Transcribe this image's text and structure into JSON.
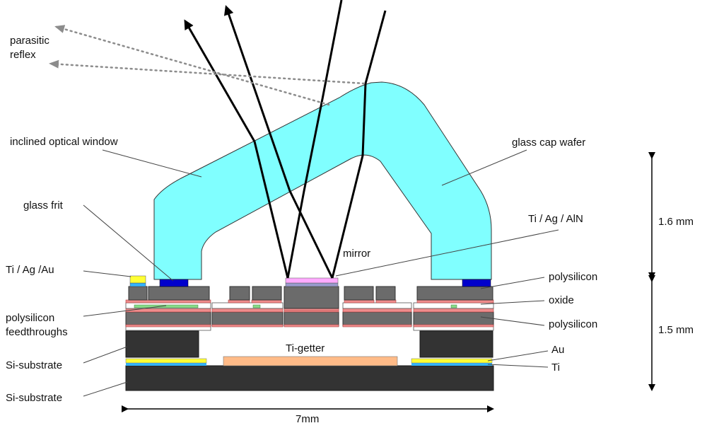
{
  "labels": {
    "parasitic_reflex_line1": "parasitic",
    "parasitic_reflex_line2": "reflex",
    "inclined_optical_window": "inclined optical window",
    "glass_cap_wafer": "glass cap wafer",
    "glass_frit": "glass frit",
    "ti_ag_aln": "Ti / Ag / AlN",
    "mirror": "mirror",
    "ti_ag_au": "Ti / Ag /Au",
    "polysilicon_top": "polysilicon",
    "oxide": "oxide",
    "polysilicon_bottom": "polysilicon",
    "polysilicon_feedthroughs_line1": "polysilicon",
    "polysilicon_feedthroughs_line2": "feedthroughs",
    "ti_getter": "Ti-getter",
    "si_substrate_upper": "Si-substrate",
    "si_substrate_lower": "Si-substrate",
    "au": "Au",
    "ti": "Ti"
  },
  "dimensions": {
    "cap_height": "1.6 mm",
    "base_height": "1.5 mm",
    "width": "7mm"
  },
  "colors": {
    "glass": "#80ffff",
    "polysilicon": "#6b6b6b",
    "substrate": "#333333",
    "oxide": "#f08c8c",
    "frit": "#0000cc",
    "gold": "#ffff33",
    "titanium": "#33b4ff",
    "getter": "#ffbb88",
    "mirror_ag": "#ffaaff",
    "mirror_aln": "#9999cc",
    "feedthrough_green": "#88dd88",
    "leader": "#444444",
    "parasitic_arrow": "#8c8c8c"
  }
}
